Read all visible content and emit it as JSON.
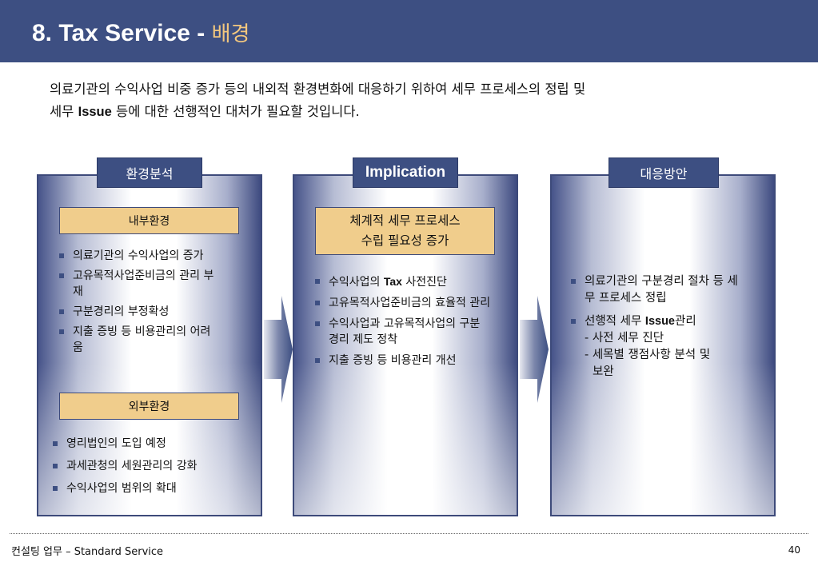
{
  "header": {
    "title_main": "8. Tax Service - ",
    "title_accent": "배경"
  },
  "intro": {
    "line1": "의료기관의 수익사업 비중 증가 등의 내외적 환경변화에 대응하기 위하여 세무 프로세스의 정립 및",
    "line2_part1": "세무 ",
    "line2_bold": "Issue",
    "line2_part2": " 등에 대한 선행적인 대처가 필요할 것입니다."
  },
  "columns": [
    {
      "tab": "환경분석",
      "sections": [
        {
          "label": "내부환경",
          "items": [
            "의료기관의 수익사업의 증가",
            "고유목적사업준비금의 관리 부재",
            "구분경리의 부정확성",
            "지출 증빙 등 비용관리의 어려움"
          ]
        },
        {
          "label": "외부환경",
          "items": [
            "영리법인의 도입 예정",
            "과세관청의 세원관리의 강화",
            "수익사업의 범위의 확대"
          ]
        }
      ]
    },
    {
      "tab": "Implication",
      "label_line1": "체계적 세무 프로세스",
      "label_line2": "수립 필요성 증가",
      "items": [
        {
          "pre": "수익사업의 ",
          "bold": "Tax",
          "post": " 사전진단"
        },
        {
          "pre": "고유목적사업준비금의 효율적 관리",
          "bold": "",
          "post": ""
        },
        {
          "pre": "수익사업과 고유목적사업의 구분경리 제도 정착",
          "bold": "",
          "post": ""
        },
        {
          "pre": "지출 증빙 등 비용관리 개선",
          "bold": "",
          "post": ""
        }
      ]
    },
    {
      "tab": "대응방안",
      "items": [
        {
          "pre": "의료기관의 구분경리 절차 등 세무 프로세스 정립",
          "bold": "",
          "post": ""
        },
        {
          "pre": "선행적 세무 ",
          "bold": "Issue",
          "post": "관리"
        }
      ],
      "sub_items": [
        "- 사전 세무 진단",
        "- 세목별 쟁점사항 분석 및",
        "보완"
      ]
    }
  ],
  "footer": {
    "left": "컨설팅 업무 – Standard Service",
    "page": "40"
  },
  "colors": {
    "header_bg": "#3d4f82",
    "accent_text": "#f3c77e",
    "label_bg": "#f0cd8c"
  }
}
